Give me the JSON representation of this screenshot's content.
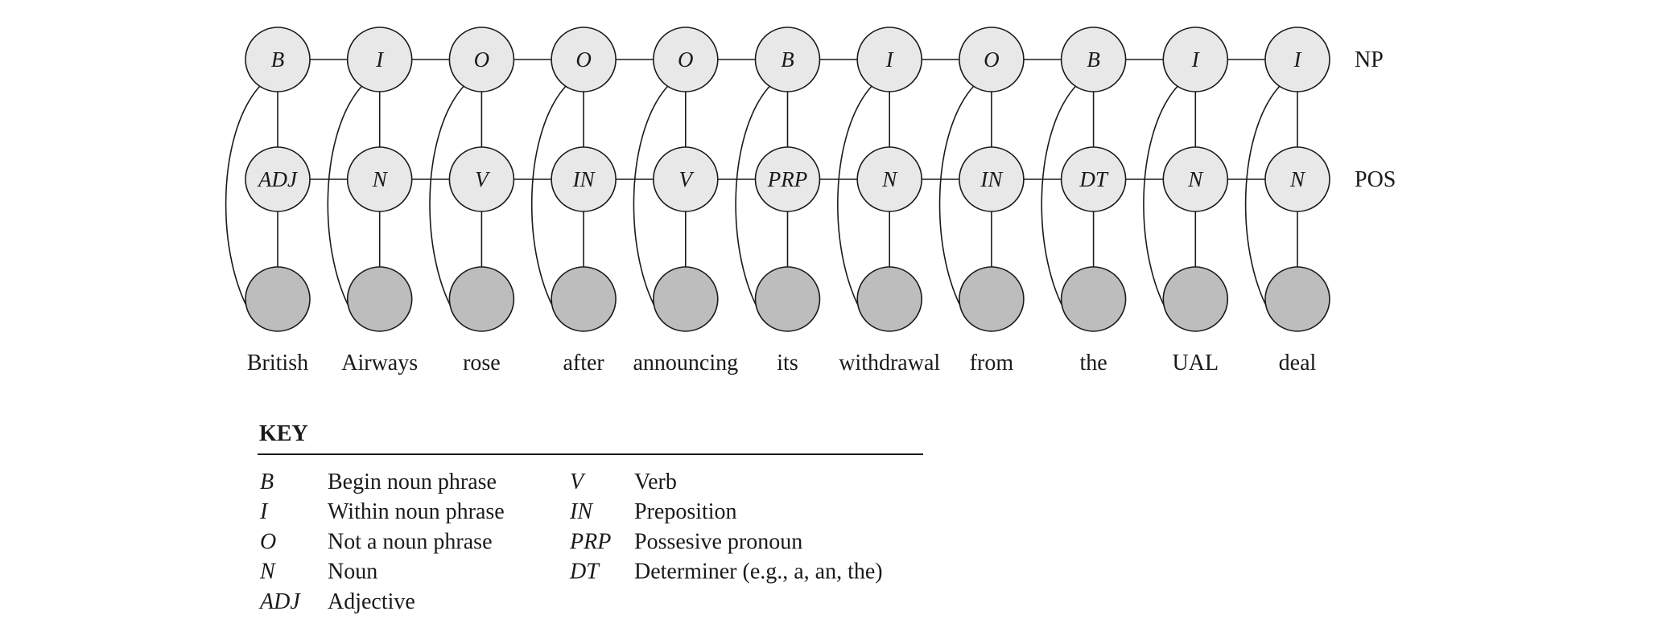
{
  "row_labels": {
    "np": "NP",
    "pos": "POS"
  },
  "words": [
    "British",
    "Airways",
    "rose",
    "after",
    "announcing",
    "its",
    "withdrawal",
    "from",
    "the",
    "UAL",
    "deal"
  ],
  "np_tags": [
    "B",
    "I",
    "O",
    "O",
    "O",
    "B",
    "I",
    "O",
    "B",
    "I",
    "I"
  ],
  "pos_tags": [
    "ADJ",
    "N",
    "V",
    "IN",
    "V",
    "PRP",
    "N",
    "IN",
    "DT",
    "N",
    "N"
  ],
  "key": {
    "title": "KEY",
    "left": [
      {
        "abbr": "B",
        "desc": "Begin noun phrase"
      },
      {
        "abbr": "I",
        "desc": "Within noun phrase"
      },
      {
        "abbr": "O",
        "desc": "Not a noun phrase"
      },
      {
        "abbr": "N",
        "desc": "Noun"
      },
      {
        "abbr": "ADJ",
        "desc": "Adjective"
      }
    ],
    "right": [
      {
        "abbr": "V",
        "desc": "Verb"
      },
      {
        "abbr": "IN",
        "desc": "Preposition"
      },
      {
        "abbr": "PRP",
        "desc": "Possesive pronoun"
      },
      {
        "abbr": "DT",
        "desc": "Determiner (e.g., a, an, the)"
      }
    ]
  },
  "colors": {
    "hidden_node_fill": "#e8e8e8",
    "observed_node_fill": "#bdbdbd",
    "stroke": "#1a1a1a"
  }
}
